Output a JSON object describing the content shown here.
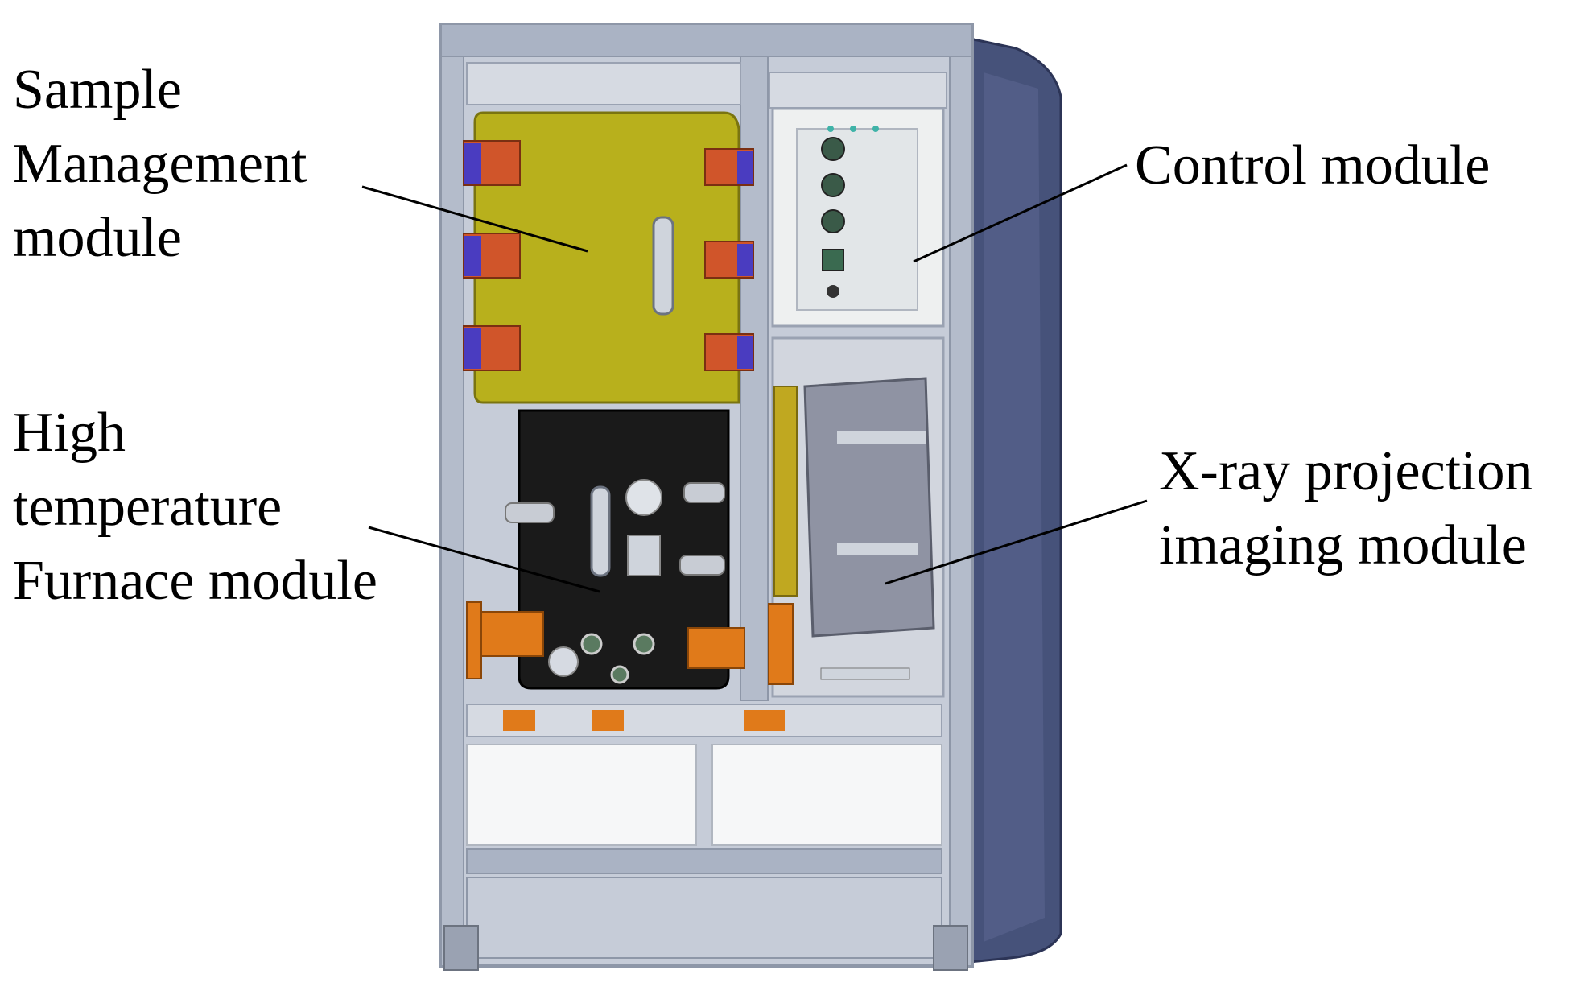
{
  "labels": {
    "sample": [
      "Sample",
      "Management",
      "module"
    ],
    "furnace": [
      "High",
      "temperature",
      "Furnace module"
    ],
    "control": [
      "Control module"
    ],
    "xray": [
      "X-ray projection",
      "imaging module"
    ]
  },
  "colors": {
    "frame": "#b4bccb",
    "frame_dark": "#8e97a8",
    "sample_module": "#b8b01c",
    "furnace_module": "#1a1a1a",
    "control_module": "#eef0f0",
    "xray_module": "#8f93a3",
    "side_panel": "#46527a",
    "orange_bracket": "#e07a1a",
    "red_clamp": "#d0552a",
    "blue_clamp": "#4a3cc0"
  }
}
